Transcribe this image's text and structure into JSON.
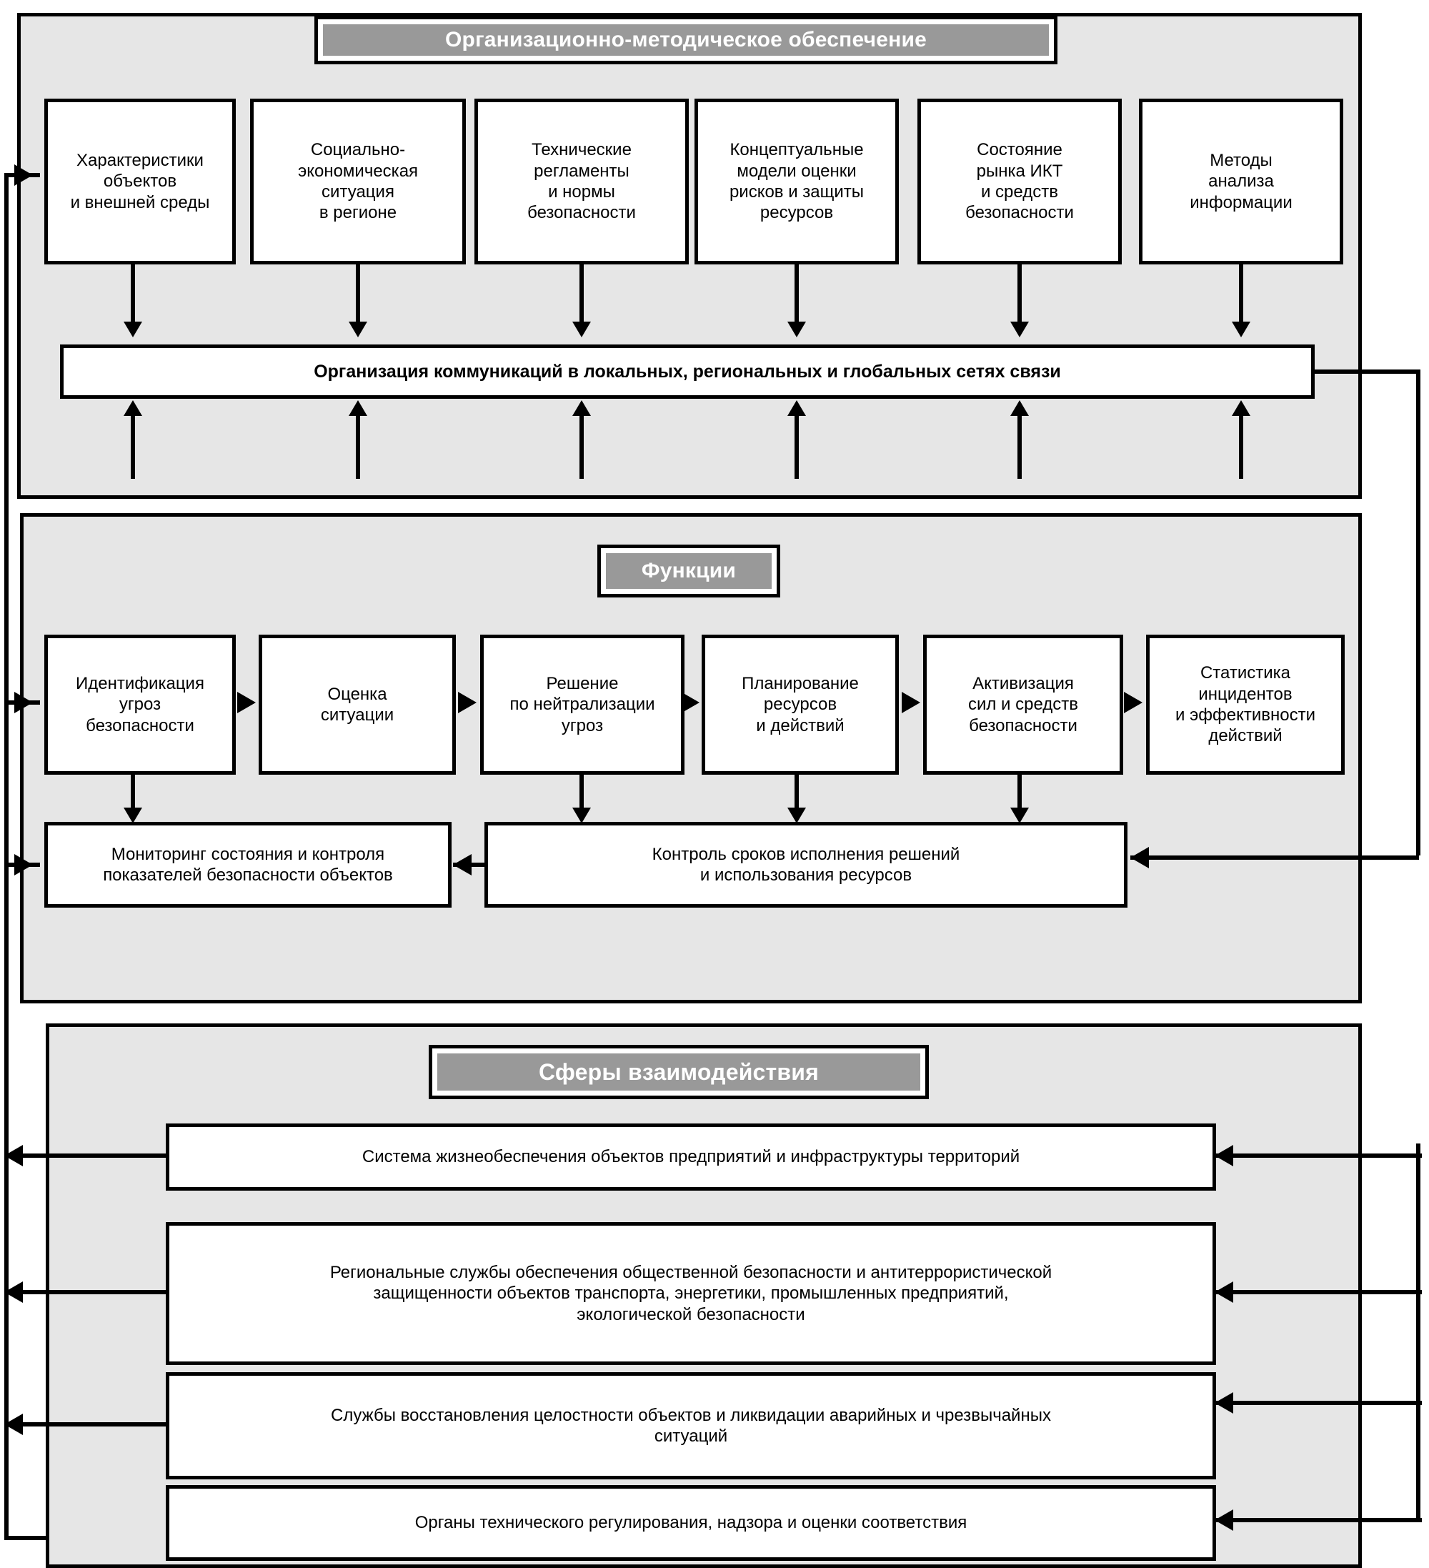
{
  "sections": {
    "org": {
      "title": "Организационно-методическое обеспечение",
      "inputs": [
        "Характеристики объектов\nи внешней среды",
        "Социально-\nэкономическая\nситуация\nв регионе",
        "Технические\nрегламенты\nи нормы\nбезопасности",
        "Концептуальные\nмодели оценки\nрисков и защиты\nресурсов",
        "Состояние\nрынка ИКТ\nи средств\nбезопасности",
        "Методы\nанализа\nинформации"
      ],
      "comm_bar": "Организация коммуникаций в локальных, региональных и глобальных сетях связи"
    },
    "functions": {
      "title": "Функции",
      "items": [
        "Идентификация\nугроз\nбезопасности",
        "Оценка\nситуации",
        "Решение\nпо нейтрализации\nугроз",
        "Планирование\nресурсов\nи действий",
        "Активизация\nсил и средств\nбезопасности",
        "Статистика\nинцидентов\nи эффективности\nдействий"
      ],
      "monitoring": "Мониторинг состояния и контроля\nпоказателей безопасности объектов",
      "control": "Контроль сроков исполнения решений\nи использования ресурсов"
    },
    "spheres": {
      "title": "Сферы взаимодействия",
      "items": [
        "Система жизнеобеспечения объектов предприятий и инфраструктуры территорий",
        "Региональные службы обеспечения общественной безопасности и антитеррористической\nзащищенности объектов транспорта, энергетики, промышленных предприятий,\nэкологической безопасности",
        "Службы восстановления целостности объектов и ликвидации аварийных и чрезвычайных\nситуаций",
        "Органы технического регулирования, надзора и оценки соответствия"
      ]
    }
  },
  "colors": {
    "panel_bg": "#e6e6e6",
    "banner_bg": "#999999",
    "banner_text": "#ffffff",
    "box_bg": "#ffffff",
    "line": "#000000"
  }
}
